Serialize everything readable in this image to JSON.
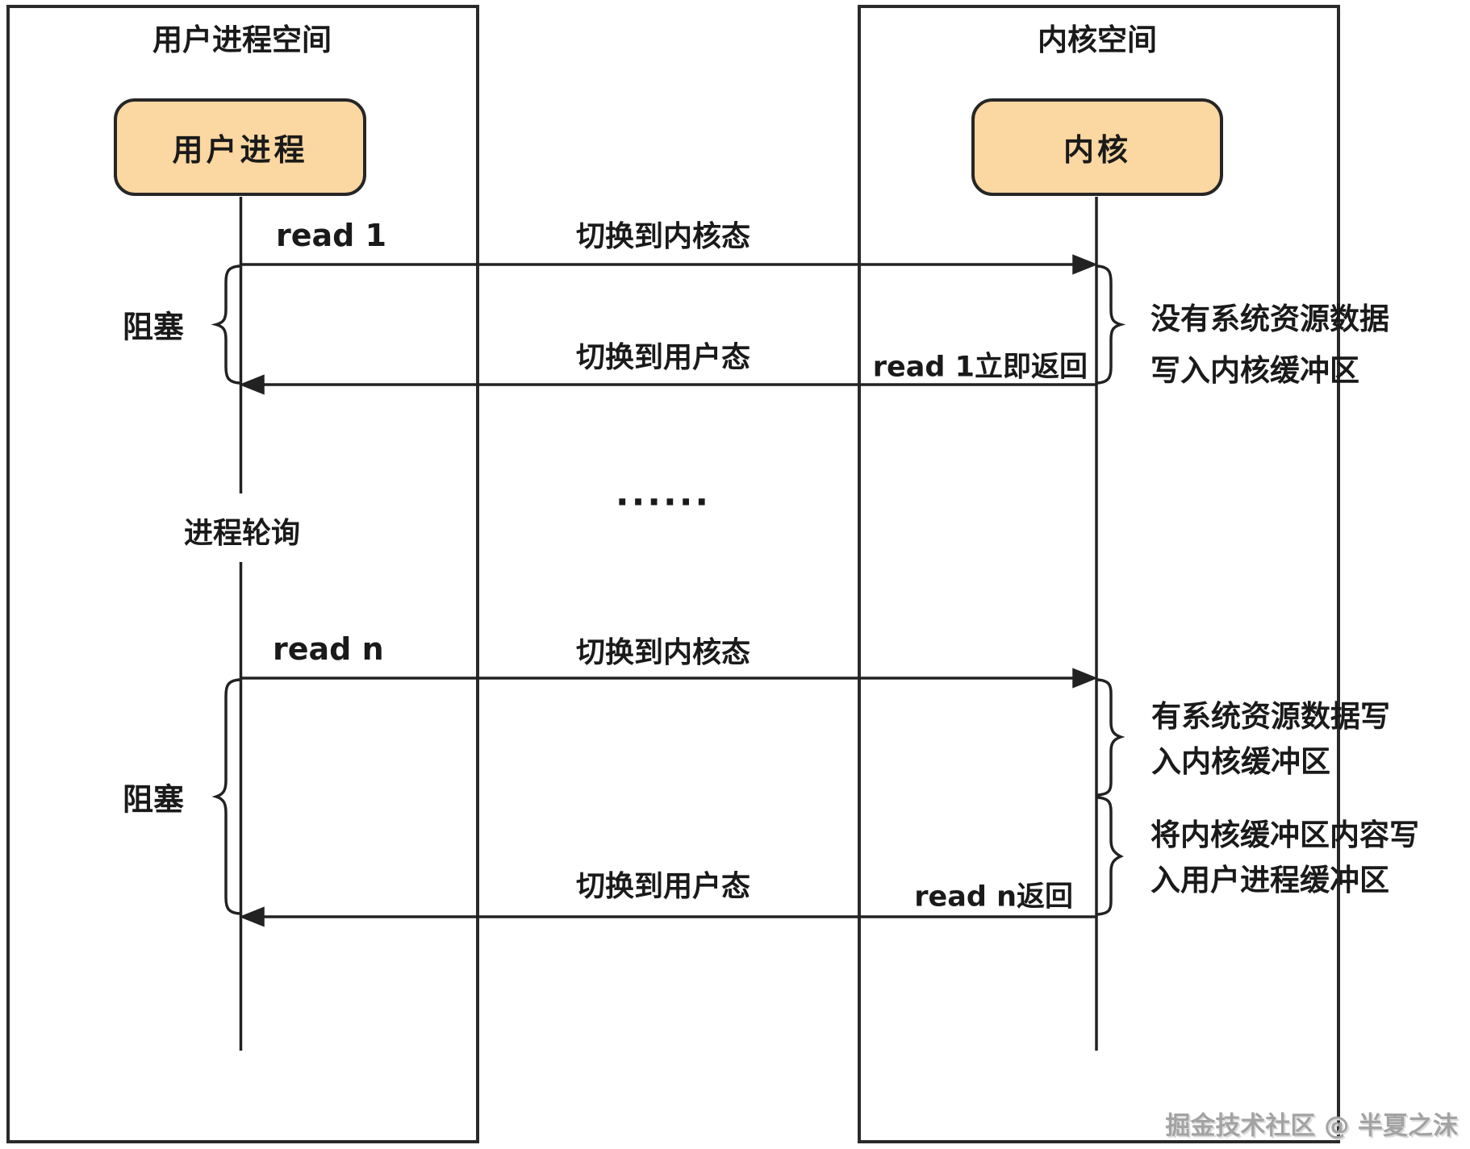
{
  "left_panel": {
    "title": "用户进程空间",
    "actor": "用户进程"
  },
  "right_panel": {
    "title": "内核空间",
    "actor": "内核"
  },
  "messages": {
    "read1": "read 1",
    "switch_to_kernel_1": "切换到内核态",
    "switch_to_user_1": "切换到用户态",
    "read1_return": "read 1立即返回",
    "block1": "阻塞",
    "polling": "进程轮询",
    "ellipsis": "......",
    "readn": "read n",
    "switch_to_kernel_2": "切换到内核态",
    "switch_to_user_2": "切换到用户态",
    "readn_return": "read n返回",
    "block2": "阻塞"
  },
  "annotations": {
    "no_data": [
      "没有系统资源数据",
      "写入内核缓冲区"
    ],
    "has_data": [
      "有系统资源数据写",
      "入内核缓冲区"
    ],
    "copy_to_user": [
      "将内核缓冲区内容写",
      "入用户进程缓冲区"
    ]
  },
  "watermark": "掘金技术社区 @ 半夏之沫",
  "colors": {
    "actor_fill": "#fbd7a1",
    "actor_border": "#262626",
    "line": "#222222",
    "text": "#1a1a1a",
    "watermark": "#a3a3a3"
  }
}
